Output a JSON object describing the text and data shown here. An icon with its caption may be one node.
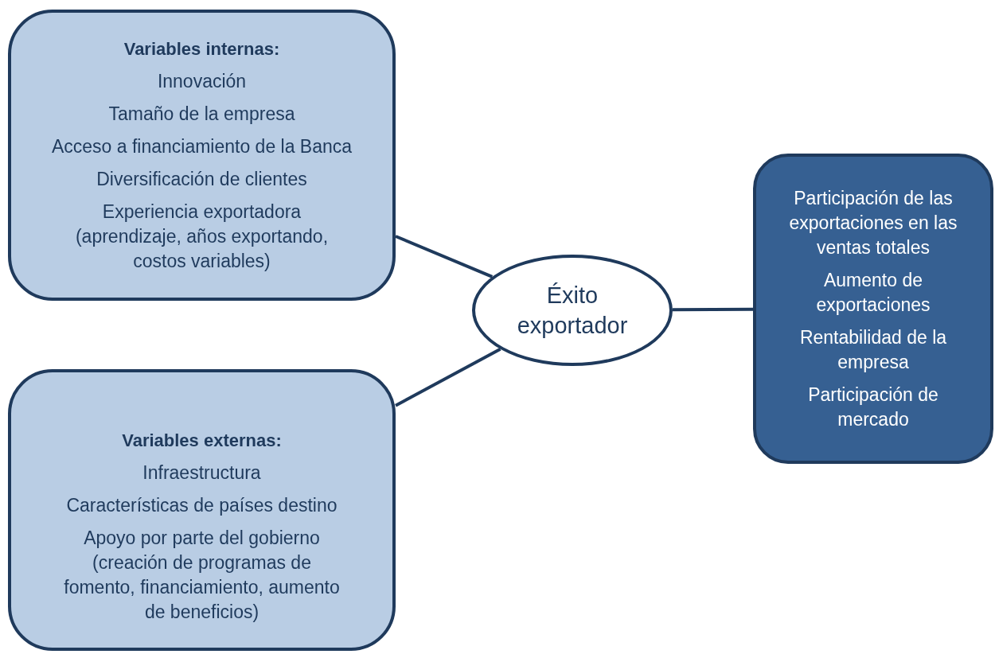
{
  "diagram": {
    "nodes": [
      {
        "text": [
          "Variables internas:",
          "Innovación",
          "Tamaño de la empresa",
          "Acceso a financiamiento de la Banca",
          "Diversificación de clientes",
          "Experiencia exportadora (aprendizaje, años exportando, costos variables)"
        ]
      },
      {
        "text": [
          "Variables externas:",
          "Infraestructura",
          "Características de países destino",
          "Apoyo por parte del gobierno (creación de programas de fomento, financiamiento, aumento de beneficios)"
        ]
      },
      {
        "text": [
          "Éxito exportador"
        ]
      },
      {
        "text": [
          "Participación de las exportaciones en las ventas totales",
          "Aumento de exportaciones",
          "Rentabilidad de la empresa",
          "Participación de mercado"
        ]
      }
    ],
    "edges": [
      {
        "from": 0,
        "to": 2,
        "arrow": "none"
      },
      {
        "from": 1,
        "to": 2,
        "arrow": "none"
      },
      {
        "from": 2,
        "to": 3,
        "arrow": "none"
      }
    ]
  }
}
